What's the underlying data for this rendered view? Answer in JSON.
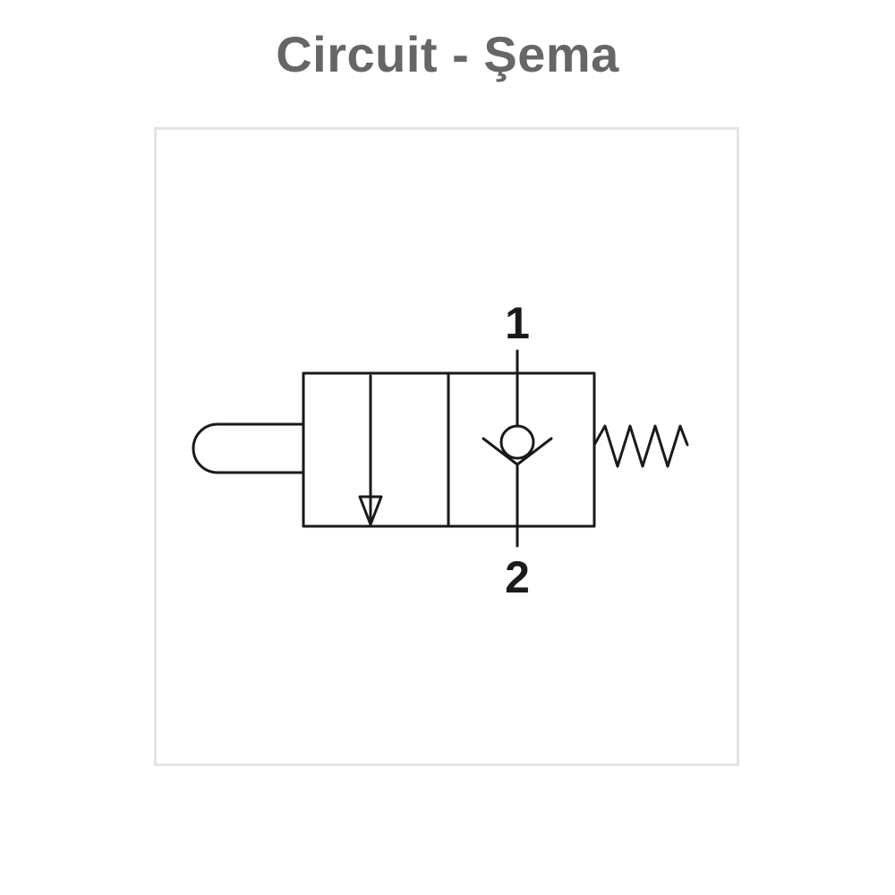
{
  "title": "Circuit - Şema",
  "diagram": {
    "type": "pneumatic-valve-symbol",
    "ports": {
      "inlet_label": "1",
      "outlet_label": "2"
    },
    "actuator": "push-button",
    "return": "spring",
    "positions": [
      {
        "name": "actuated",
        "path": "open-flow-arrow"
      },
      {
        "name": "normal",
        "path": "check-valve"
      }
    ],
    "colors": {
      "title": "#666666",
      "lines": "#1a1a1a",
      "frame": "#e4e4e4"
    }
  }
}
